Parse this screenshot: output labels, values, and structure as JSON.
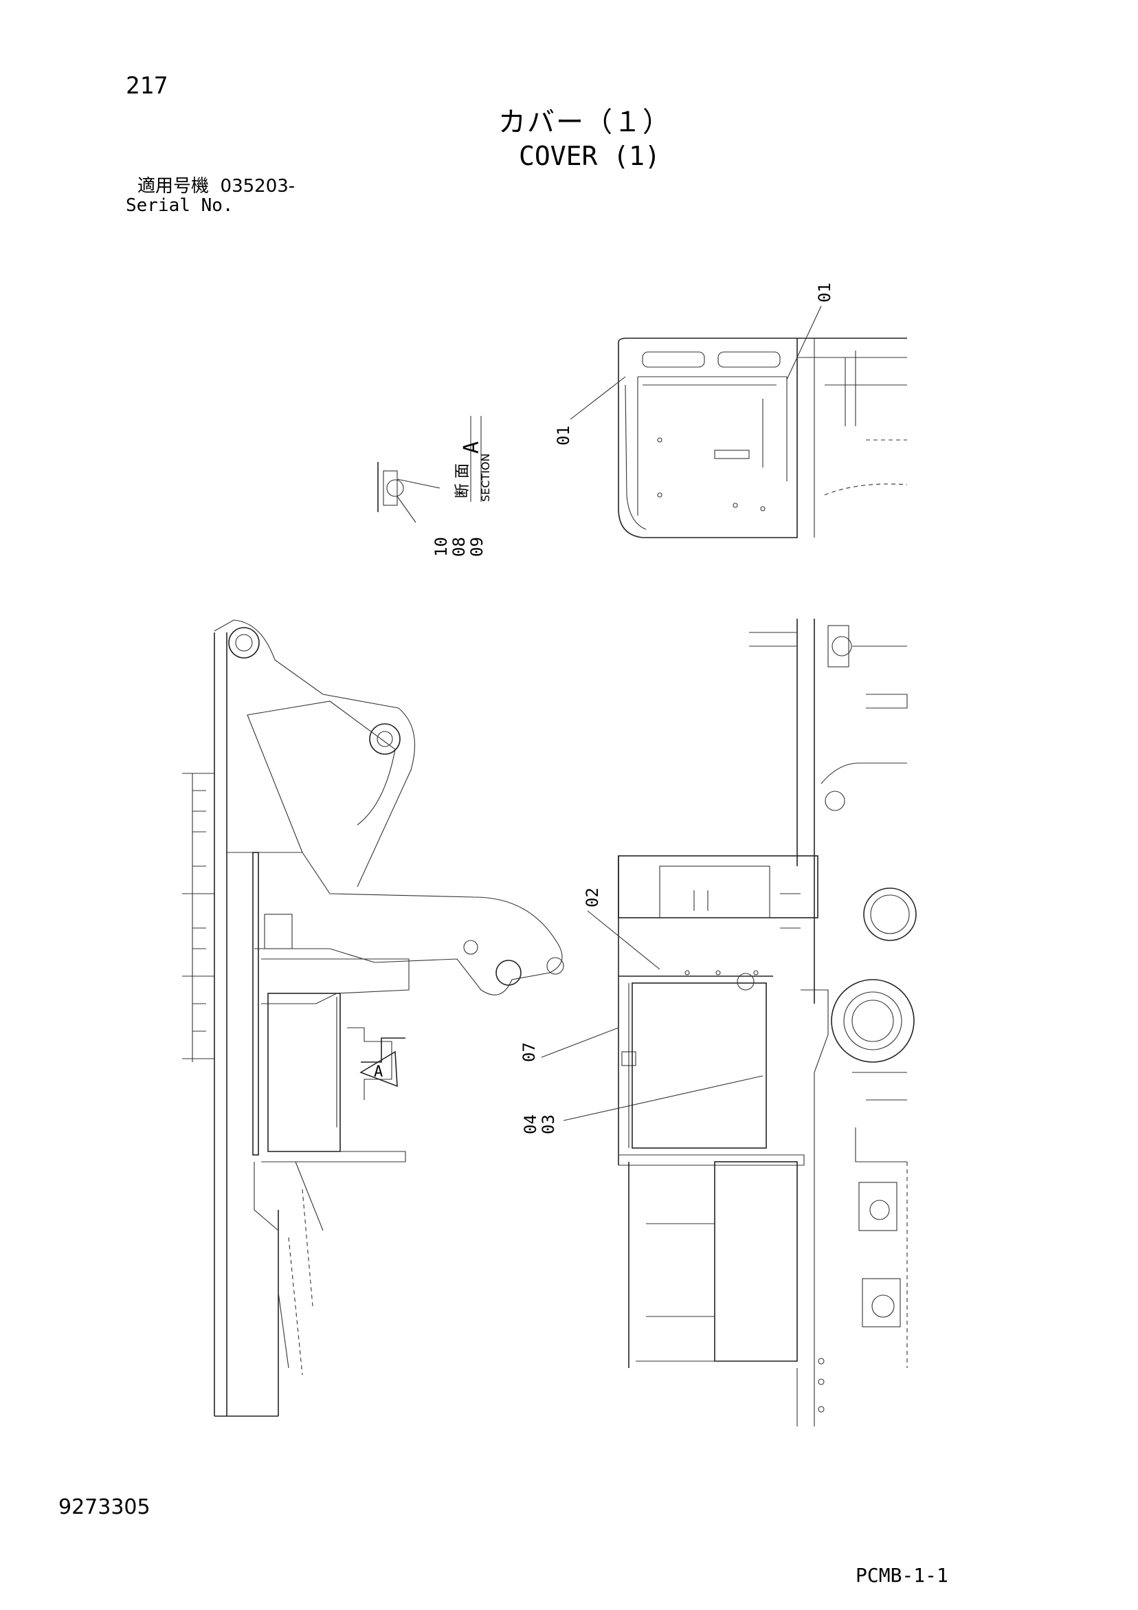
{
  "header": {
    "page_number": "217",
    "title_jp": "カバー（１）",
    "title_en": "COVER (1)",
    "serial_label_jp": "適用号機",
    "serial_value": "035203-",
    "serial_label_en": "Serial No."
  },
  "section": {
    "label_jp": "断 面",
    "label_en": "SECTION",
    "letter": "A"
  },
  "callouts": {
    "c01_top": "01",
    "c01_left": "01",
    "c10": "10",
    "c08": "08",
    "c09": "09",
    "c02": "02",
    "c07": "07",
    "c04": "04",
    "c03": "03",
    "view_marker": "A"
  },
  "footer": {
    "document_number": "9273305",
    "page_code": "PCMB-1-1"
  }
}
